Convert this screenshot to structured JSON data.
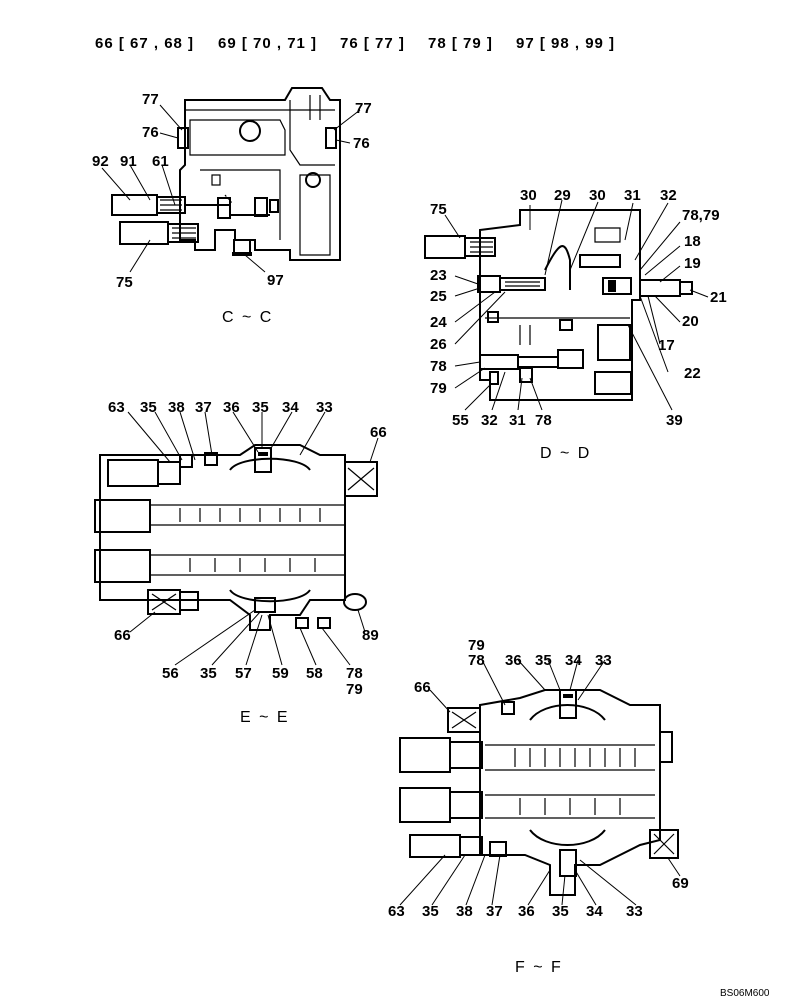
{
  "header": {
    "groups": [
      "66 [ 67 , 68 ]",
      "69 [ 70 , 71 ]",
      "76 [ 77 ]",
      "78 [ 79 ]",
      "97 [ 98 , 99 ]"
    ]
  },
  "drawing_code": "BS06M600",
  "sections": [
    {
      "id": "cc",
      "title": "C ~ C",
      "labels": [
        "77",
        "76",
        "92",
        "91",
        "61",
        "75",
        "97",
        "77",
        "76"
      ]
    },
    {
      "id": "dd",
      "title": "D ~ D",
      "labels": [
        "75",
        "30",
        "29",
        "30",
        "31",
        "32",
        "78,79",
        "18",
        "19",
        "21",
        "20",
        "17",
        "22",
        "23",
        "25",
        "24",
        "26",
        "78",
        "79",
        "55",
        "32",
        "31",
        "78",
        "39"
      ]
    },
    {
      "id": "ee",
      "title": "E ~ E",
      "labels": [
        "63",
        "35",
        "38",
        "37",
        "36",
        "35",
        "34",
        "33",
        "66",
        "66",
        "89",
        "56",
        "35",
        "57",
        "59",
        "58",
        "78",
        "79"
      ]
    },
    {
      "id": "ff",
      "title": "F ~ F",
      "labels": [
        "79",
        "78",
        "36",
        "35",
        "34",
        "33",
        "66",
        "69",
        "63",
        "35",
        "38",
        "37",
        "36",
        "35",
        "34",
        "33"
      ]
    }
  ]
}
